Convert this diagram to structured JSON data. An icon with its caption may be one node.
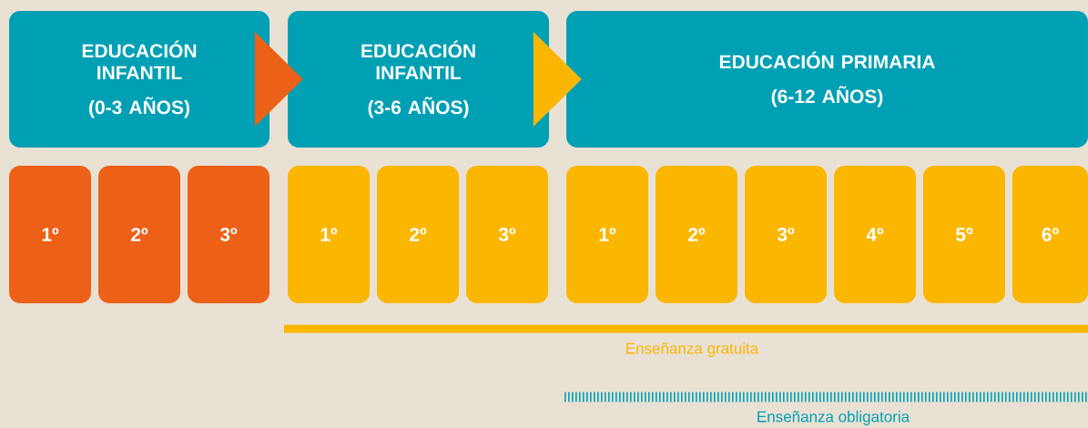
{
  "diagram": {
    "nodes": [
      {
        "text": [
          "EDUCACIÓN INFANTIL",
          "(0-3 AÑOS)"
        ]
      },
      {
        "text": [
          "EDUCACIÓN INFANTIL",
          "(3-6 AÑOS)"
        ]
      },
      {
        "text": [
          "EDUCACIÓN PRIMARIA",
          "(6-12 AÑOS)"
        ]
      },
      {
        "text": [
          "1º"
        ]
      },
      {
        "text": [
          "2º"
        ]
      },
      {
        "text": [
          "3º"
        ]
      },
      {
        "text": [
          "1º"
        ]
      },
      {
        "text": [
          "2º"
        ]
      },
      {
        "text": [
          "3º"
        ]
      },
      {
        "text": [
          "1º"
        ]
      },
      {
        "text": [
          "2º"
        ]
      },
      {
        "text": [
          "3º"
        ]
      },
      {
        "text": [
          "4º"
        ]
      },
      {
        "text": [
          "5º"
        ]
      },
      {
        "text": [
          "6º"
        ]
      }
    ],
    "edges": [
      {
        "from": 0,
        "to": 1,
        "arrow": "to",
        "color": "#ec6017"
      },
      {
        "from": 1,
        "to": 2,
        "arrow": "to",
        "color": "#fbb600"
      }
    ],
    "labels": [
      "Enseñanza gratuita",
      "Enseñanza obligatoria"
    ]
  }
}
